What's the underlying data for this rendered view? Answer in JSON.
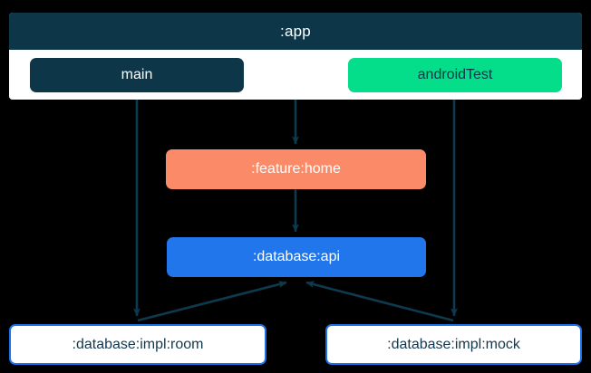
{
  "diagram": {
    "type": "module-dependency-graph",
    "background": "#000000",
    "clusters": [
      {
        "id": "app",
        "label": ":app",
        "header_color": "#0e3649",
        "body_color": "#ffffff"
      }
    ],
    "nodes": [
      {
        "id": "main",
        "label": "main",
        "style": "dark",
        "fill": "#0e3649",
        "text_color": "#ffffff"
      },
      {
        "id": "androidTest",
        "label": "androidTest",
        "style": "green",
        "fill": "#04dd89",
        "text_color": "#0e3649"
      },
      {
        "id": "featureHome",
        "label": ":feature:home",
        "style": "orange",
        "fill": "#fb8b68",
        "text_color": "#ffffff"
      },
      {
        "id": "databaseApi",
        "label": ":database:api",
        "style": "blue",
        "fill": "#2176eb",
        "text_color": "#ffffff"
      },
      {
        "id": "databaseImplRoom",
        "label": ":database:impl:room",
        "style": "outline",
        "fill": "#ffffff",
        "text_color": "#12384f",
        "border_color": "#1a73e8"
      },
      {
        "id": "databaseImplMock",
        "label": ":database:impl:mock",
        "style": "outline",
        "fill": "#ffffff",
        "text_color": "#12384f",
        "border_color": "#1a73e8"
      }
    ],
    "edges": [
      {
        "from": "main",
        "to": "databaseImplRoom"
      },
      {
        "from": "main",
        "to": "featureHome"
      },
      {
        "from": "androidTest",
        "to": "databaseImplMock"
      },
      {
        "from": "featureHome",
        "to": "databaseApi"
      },
      {
        "from": "databaseImplRoom",
        "to": "databaseApi"
      },
      {
        "from": "databaseImplMock",
        "to": "databaseApi"
      }
    ],
    "edge_color": "#0e3a4f"
  }
}
